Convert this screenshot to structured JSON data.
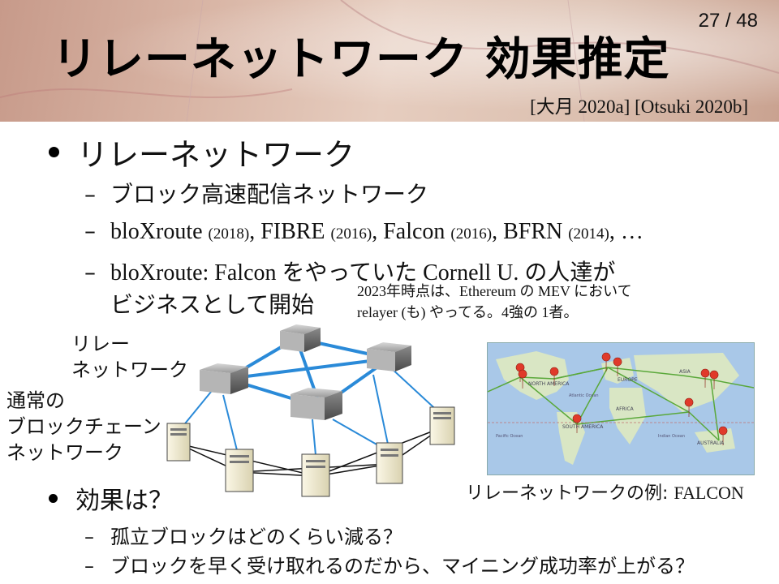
{
  "slide": {
    "page_number": "27 / 48",
    "title": "リレーネットワーク 効果推定",
    "citation": "[大月 2020a] [Otsuki 2020b]"
  },
  "bullet_main": {
    "text": "リレーネットワーク",
    "subs": [
      {
        "text": "ブロック高速配信ネットワーク"
      },
      {
        "items": [
          {
            "name": "bloXroute",
            "year": "(2018)"
          },
          {
            "name": "FIBRE",
            "year": "(2016)"
          },
          {
            "name": "Falcon",
            "year": "(2016)"
          },
          {
            "name": "BFRN",
            "year": "(2014)"
          }
        ],
        "trail": ", …"
      },
      {
        "line1": "bloXroute: Falcon をやっていた Cornell U. の人達が",
        "line2": "ビジネスとして開始"
      }
    ]
  },
  "note": {
    "line1": "2023年時点は、Ethereum の MEV において",
    "line2": "relayer (も) やってる。4強の 1者。"
  },
  "diagram": {
    "relay_label_1": "リレー",
    "relay_label_2": "ネットワーク",
    "normal_label_1": "通常の",
    "normal_label_2": "ブロックチェーン",
    "normal_label_3": "ネットワーク"
  },
  "map": {
    "caption": "リレーネットワークの例:",
    "caption_name": "FALCON",
    "labels": [
      "NORTH AMERICA",
      "EUROPE",
      "ASIA",
      "AFRICA",
      "SOUTH AMERICA",
      "AUSTRALIA",
      "Atlantic Ocean",
      "Pacific Ocean",
      "Indian Ocean"
    ]
  },
  "bullet_effect": {
    "text": "効果は？",
    "subs": [
      {
        "text": "孤立ブロックはどのくらい減る？"
      },
      {
        "text": "ブロックを早く受け取れるのだから、マイニング成功率が上がる？"
      }
    ]
  },
  "colors": {
    "relay_link": "#2a8ad8",
    "normal_link": "#111111",
    "map_water": "#a9c8e8",
    "map_land": "#d9e6c4",
    "map_route": "#5aa83a",
    "map_pin": "#e03a2a"
  }
}
